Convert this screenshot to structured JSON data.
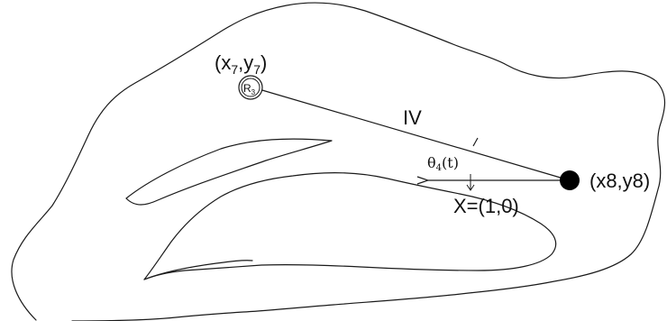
{
  "diagram": {
    "point_r3": {
      "label_base_x": "(x",
      "sub_x": "7",
      "label_comma": ",y",
      "sub_y": "7",
      "label_close": ")",
      "marker_text": "R",
      "marker_sub": "3"
    },
    "point_8": {
      "label": "(x8,y8)"
    },
    "segment_label": "IV",
    "angle_label": {
      "theta": "θ",
      "sub": "4",
      "arg": "(t)"
    },
    "reference_vector": {
      "label": "X=(1,0)"
    },
    "colors": {
      "stroke": "#1a1a1a",
      "point_fill": "#000000",
      "background": "#ffffff"
    }
  }
}
